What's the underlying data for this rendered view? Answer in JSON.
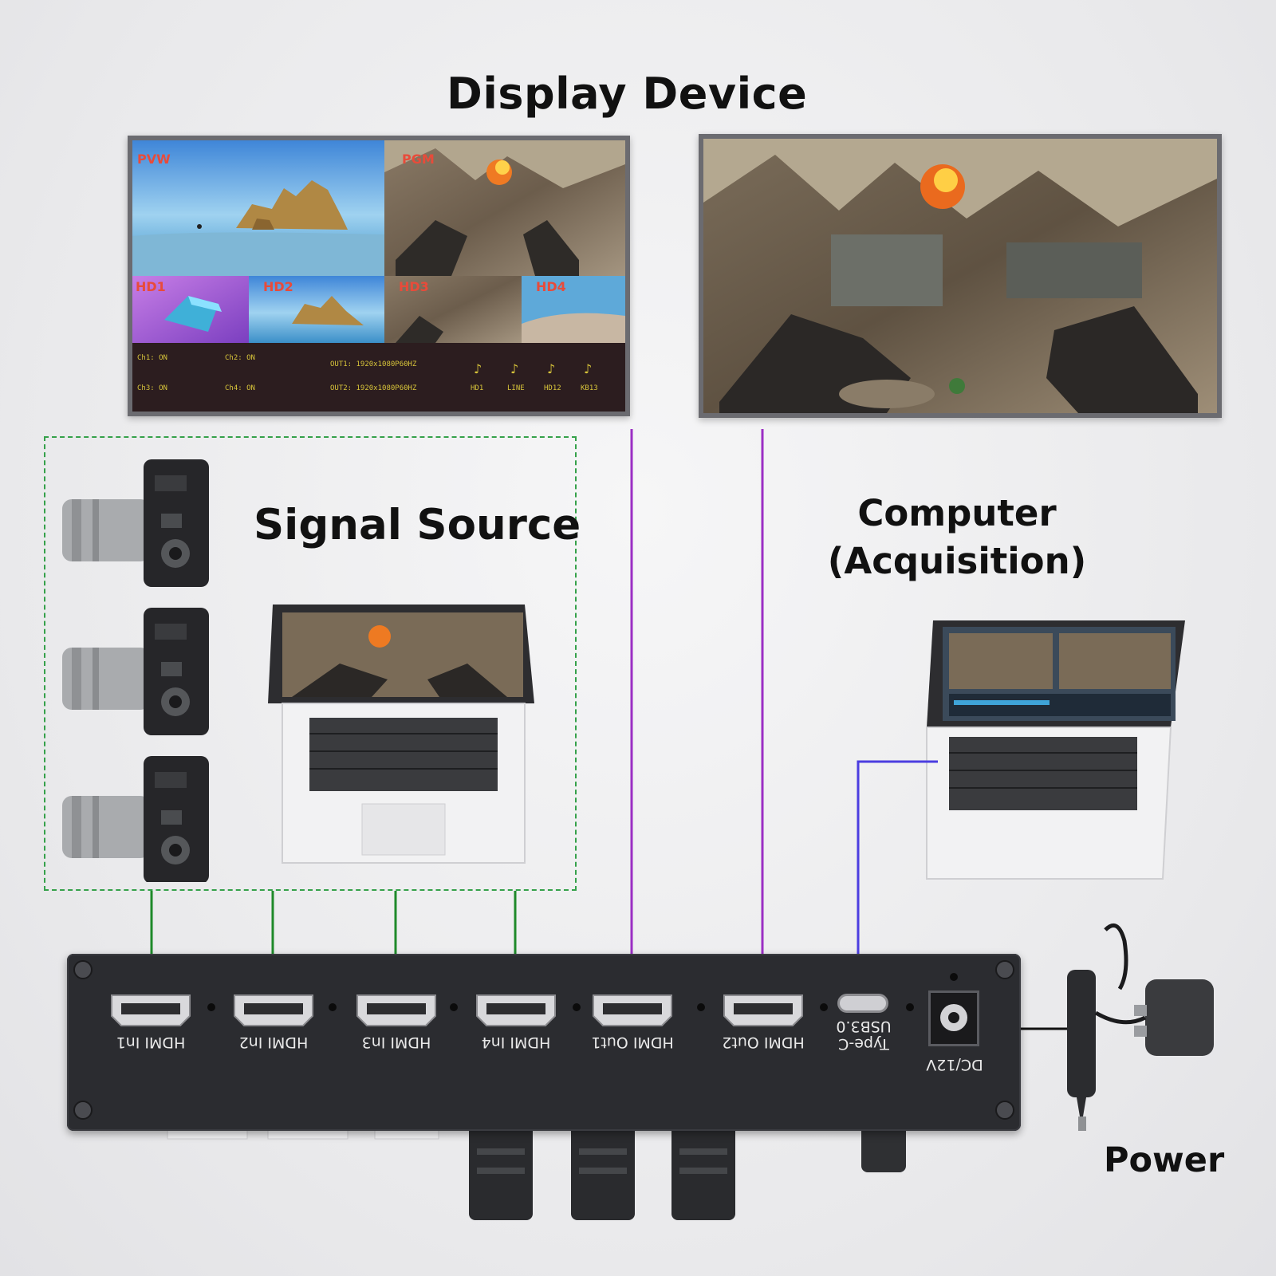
{
  "title": "Display Device",
  "signal_source": {
    "label": "Signal Source"
  },
  "computer": {
    "label_line1": "Computer",
    "label_line2": "(Acquisition)"
  },
  "power": {
    "label": "Power"
  },
  "monitor_left": {
    "tags": {
      "pvw": "PVW",
      "pgm": "PGM",
      "hd1": "HD1",
      "hd2": "HD2",
      "hd3": "HD3",
      "hd4": "HD4"
    },
    "osd": {
      "row1_a": "Ch1: ON",
      "row1_b": "Ch2: ON",
      "row1_c": "OUT1: 1920x1080P60HZ",
      "row2_a": "Ch3: ON",
      "row2_b": "Ch4: ON",
      "row2_c": "OUT2: 1920x1080P60HZ",
      "audio_labels": [
        "HD1",
        "LINE",
        "HD12",
        "KB13"
      ]
    }
  },
  "ports": [
    {
      "label": "HDMI In1"
    },
    {
      "label": "HDMI In2"
    },
    {
      "label": "HDMI In3"
    },
    {
      "label": "HDMI In4"
    },
    {
      "label": "HDMI Out1"
    },
    {
      "label": "HDMI Out2"
    }
  ],
  "usb": {
    "label_line1": "Type-C",
    "label_line2": "USB3.0"
  },
  "dc": {
    "label": "DC/12V"
  },
  "colors": {
    "input_wire": "#1f8a2a",
    "output_wire": "#9b2fc4",
    "usb_wire": "#4b3de0",
    "dashed_box": "#35a14a",
    "device_body": "#2b2c30",
    "power_wire": "#111111"
  }
}
